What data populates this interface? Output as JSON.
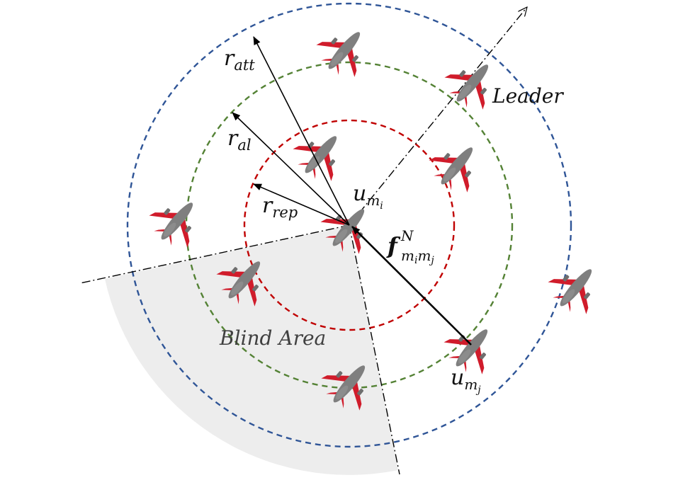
{
  "diagram": {
    "labels": {
      "r_att": {
        "base": "r",
        "sub": "att"
      },
      "r_al": {
        "base": "r",
        "sub": "al"
      },
      "r_rep": {
        "base": "r",
        "sub": "rep"
      },
      "u_mi": {
        "base": "u",
        "sub": "m",
        "subsub": "i"
      },
      "u_mj": {
        "base": "u",
        "sub": "m",
        "subsub": "j"
      },
      "force": {
        "base": "f",
        "sup": "N",
        "sub1": "m",
        "sub1sub": "i",
        "sub2": "m",
        "sub2sub": "j"
      },
      "leader": "Leader",
      "blind_area": "Blind Area"
    },
    "colors": {
      "attraction_ring": "#2f5597",
      "alignment_ring": "#548235",
      "repulsion_ring": "#c00000",
      "blind_area_fill": "#ededed",
      "aircraft_body": "#7f7f7f",
      "aircraft_wing": "#d01c2b"
    },
    "icons": {
      "aircraft": "airplane-icon"
    }
  }
}
